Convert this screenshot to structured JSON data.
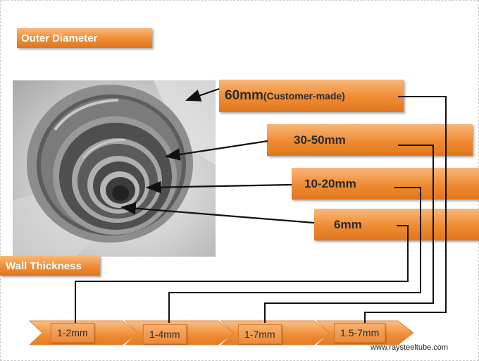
{
  "titles": {
    "outer_diameter": "Outer Diameter",
    "wall_thickness": "Wall Thickness"
  },
  "diameters": [
    {
      "value": "60mm",
      "note": "(Customer-made)"
    },
    {
      "value": "30-50mm",
      "note": ""
    },
    {
      "value": "10-20mm",
      "note": ""
    },
    {
      "value": "6mm",
      "note": ""
    }
  ],
  "thickness": [
    "1-2mm",
    "1-4mm",
    "1-7mm",
    "1.5-7mm"
  ],
  "footer": {
    "url": "www.raysteeltube.com"
  },
  "colors": {
    "accent_orange": "#ef8b32",
    "line": "#111111",
    "white": "#ffffff"
  },
  "photo": {
    "subject": "nested-steel-tubes-icon"
  }
}
